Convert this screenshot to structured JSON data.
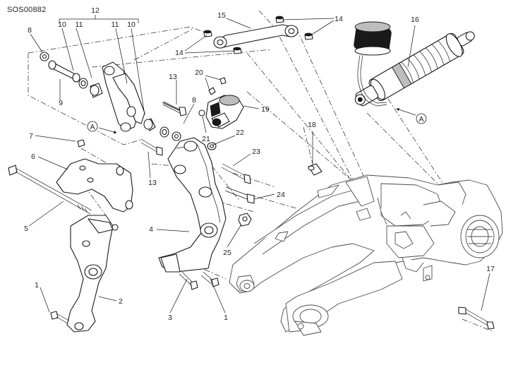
{
  "drawing_code": "SOS00882",
  "callouts": {
    "c1a": "1",
    "c1b": "1",
    "c2": "2",
    "c3": "3",
    "c4": "4",
    "c5": "5",
    "c6": "6",
    "c7": "7",
    "c8a": "8",
    "c8b": "8",
    "c9": "9",
    "c10a": "10",
    "c10b": "10",
    "c11a": "11",
    "c11b": "11",
    "c12": "12",
    "c13a": "13",
    "c13b": "13",
    "c14a": "14",
    "c14b": "14",
    "c15": "15",
    "c16": "16",
    "c17": "17",
    "c18": "18",
    "c19": "19",
    "c20": "20",
    "c21": "21",
    "c22": "22",
    "c23": "23",
    "c24": "24",
    "c25": "25"
  },
  "reference_marker": "A"
}
